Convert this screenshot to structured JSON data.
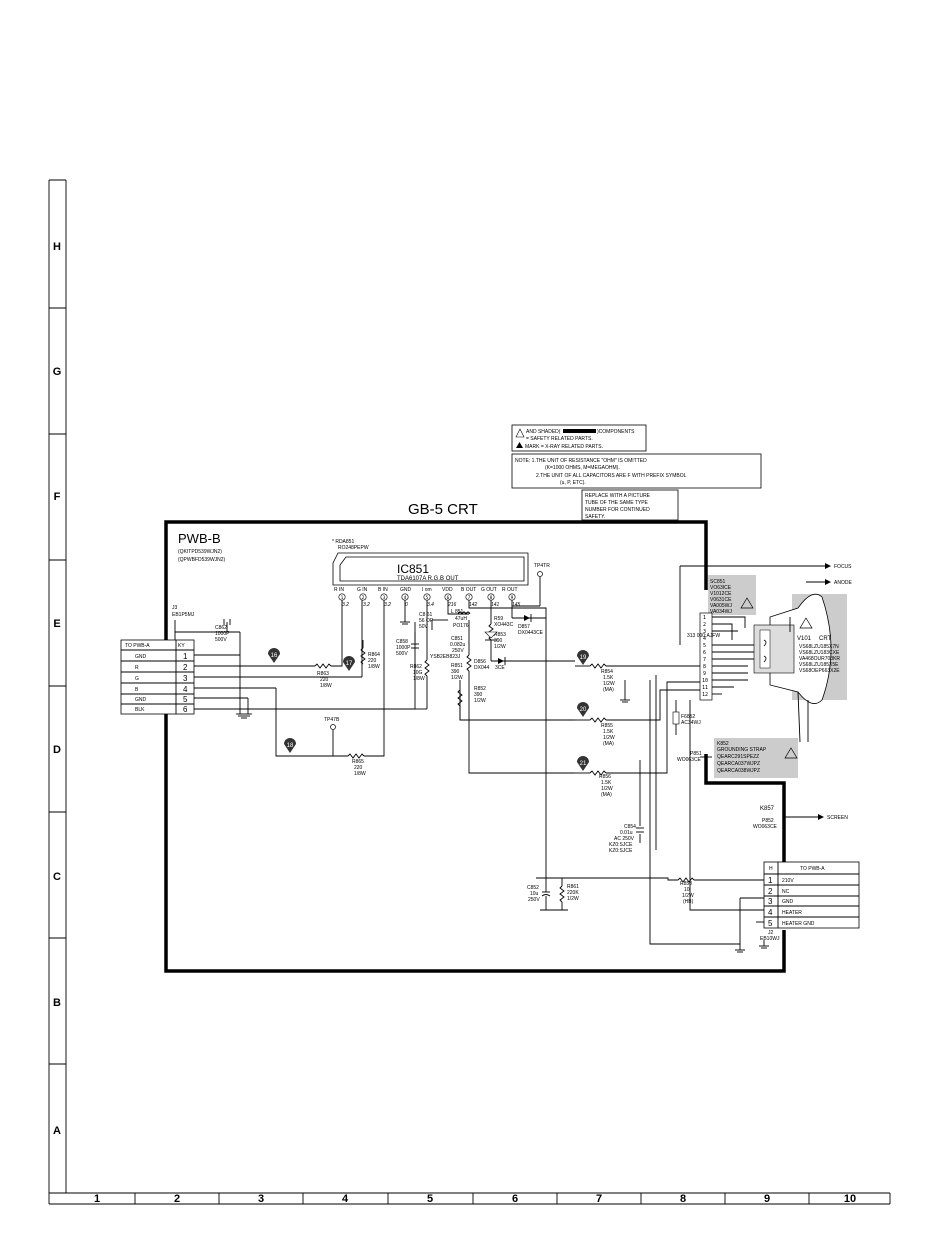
{
  "grid": {
    "rows": [
      "H",
      "G",
      "F",
      "E",
      "D",
      "C",
      "B",
      "A"
    ],
    "cols": [
      "1",
      "2",
      "3",
      "4",
      "5",
      "6",
      "7",
      "8",
      "9",
      "10"
    ]
  },
  "title": "GB-5 CRT",
  "board": {
    "name": "PWB-B",
    "codes": [
      "(QKITPD539WJN2)",
      "(QPWBFD539WJN2)"
    ]
  },
  "notes": {
    "safety": [
      "AND SHADED(",
      ")COMPONENTS",
      "= SAFETY RELATED PARTS.",
      "MARK = X-RAY RELATED PARTS."
    ],
    "note_lines": [
      "NOTE: 1.THE UNIT OF RESISTANCE \"OHM\" IS OMITTED",
      "(K=1000 OHMS, M=MEGAOHM).",
      "2.THE UNIT OF ALL CAPACITORS ARE F WITH PREFIX SYMBOL",
      "(u, P, ETC)."
    ],
    "replace": [
      "REPLACE WITH A PICTURE",
      "TUBE OF THE SAME TYPE",
      "NUMBER FOR CONTINUED",
      "SAFETY."
    ]
  },
  "ic": {
    "ref": "* RDA851",
    "ref2": "RO248PEPW",
    "name": "IC851",
    "part": "TDA6107A  R.G.B OUT",
    "pins": [
      "R IN",
      "G IN",
      "B IN",
      "GND",
      "I om",
      "VDD",
      "B OUT",
      "G OUT",
      "R OUT"
    ],
    "pin_nums": [
      "1",
      "2",
      "3",
      "4",
      "5",
      "6",
      "7",
      "8",
      "9"
    ],
    "voltages": [
      "3.2",
      "3.2",
      "3.2",
      "0",
      "3.4",
      "216",
      "142",
      "141",
      "145"
    ]
  },
  "tp": {
    "tp4tr": "TP4TR",
    "tp47b": "TP47B"
  },
  "conn_ky": {
    "j3": "J3",
    "j3_part": "EB1P5MJ",
    "header": [
      "TO PWB-A",
      "KY"
    ],
    "rows": [
      [
        "GND",
        "1"
      ],
      [
        "R",
        "2"
      ],
      [
        "G",
        "3"
      ],
      [
        "B",
        "4"
      ],
      [
        "GND",
        "5"
      ],
      [
        "BLK",
        "6"
      ]
    ]
  },
  "conn_h": {
    "header": [
      "H",
      "TO PWB-A"
    ],
    "rows": [
      [
        "1",
        "210V"
      ],
      [
        "2",
        "NC"
      ],
      [
        "3",
        "GND"
      ],
      [
        "4",
        "HEATER"
      ],
      [
        "5",
        "HEATER GND"
      ]
    ],
    "j2": "J2",
    "j2_part": "EB10WJ"
  },
  "parts": {
    "c862": [
      "C862",
      "1000P",
      "500V"
    ],
    "r864": [
      "R864",
      "220",
      "1/8W"
    ],
    "r863": [
      "R863",
      "220",
      "1/8W"
    ],
    "r865": [
      "R865",
      "220",
      "1/8W"
    ],
    "c858": [
      "C858",
      "1000P",
      "500V"
    ],
    "r862": [
      "R862",
      "10G",
      "1/8W"
    ],
    "c861": [
      "C8 61",
      "56 OP",
      "50V"
    ],
    "l851": [
      "L 851",
      "47uH",
      "PO176"
    ],
    "c851": [
      "C851",
      "0.082u",
      "250V"
    ],
    "ysb": "YSB2EB823J",
    "r859": [
      "R59",
      "XO443C"
    ],
    "d857": [
      "D857",
      "DX0443CE"
    ],
    "r853": [
      "R853",
      "390",
      "1/2W"
    ],
    "r851": [
      "R851",
      "390",
      "1/2W"
    ],
    "d856": [
      "D856",
      "DX044"
    ],
    "r852": [
      "R852",
      "390",
      "1/2W"
    ],
    "d855": "3CE",
    "r854": [
      "R854",
      "1.5K",
      "1/2W",
      "(MA)"
    ],
    "r855": [
      "R855",
      "1.5K",
      "1/2W",
      "(MA)"
    ],
    "r856": [
      "R856",
      "1.5K",
      "1/2W",
      "(MA)"
    ],
    "f6852": [
      "F6852",
      "AC34WJ"
    ],
    "p851": [
      "P851",
      "WO063CE"
    ],
    "p852": [
      "P852",
      "WO063CE"
    ],
    "c854": [
      "C854",
      "0.01u",
      "AC 250V",
      "KZ0:SJCE",
      "KZ0:SJCE"
    ],
    "r858": [
      "R858",
      "10",
      "1/2W",
      "(HB)"
    ],
    "c852": [
      "C852",
      "10u",
      "250V"
    ],
    "r861": [
      "R861",
      "220K",
      "1/2W"
    ],
    "socket": [
      "SC851",
      "VO63ICE",
      "V1012CE",
      "V0631CE",
      "VA005WJ",
      "VA034WJ"
    ],
    "socket_pins": "313\n000:AJFW",
    "crt": [
      "V101",
      "CRT"
    ],
    "crt_parts": [
      "VS68LZU185X7N",
      "VS68LZU183CXE",
      "VA468OUR703KR",
      "VS68LZU185X5E",
      "VS68OEP663X2E"
    ],
    "k852": [
      "K852",
      "GROUNDING STRAP",
      "QEARC291SPEZZ",
      "QEARCA037WJPZ",
      "QEARCA038WJPZ"
    ],
    "k857": "K857"
  },
  "signals": {
    "focus": "FOCUS",
    "anode": "ANODE",
    "screen": "SCREEN"
  },
  "test_points": [
    "16",
    "17",
    "18",
    "19",
    "20",
    "21"
  ]
}
